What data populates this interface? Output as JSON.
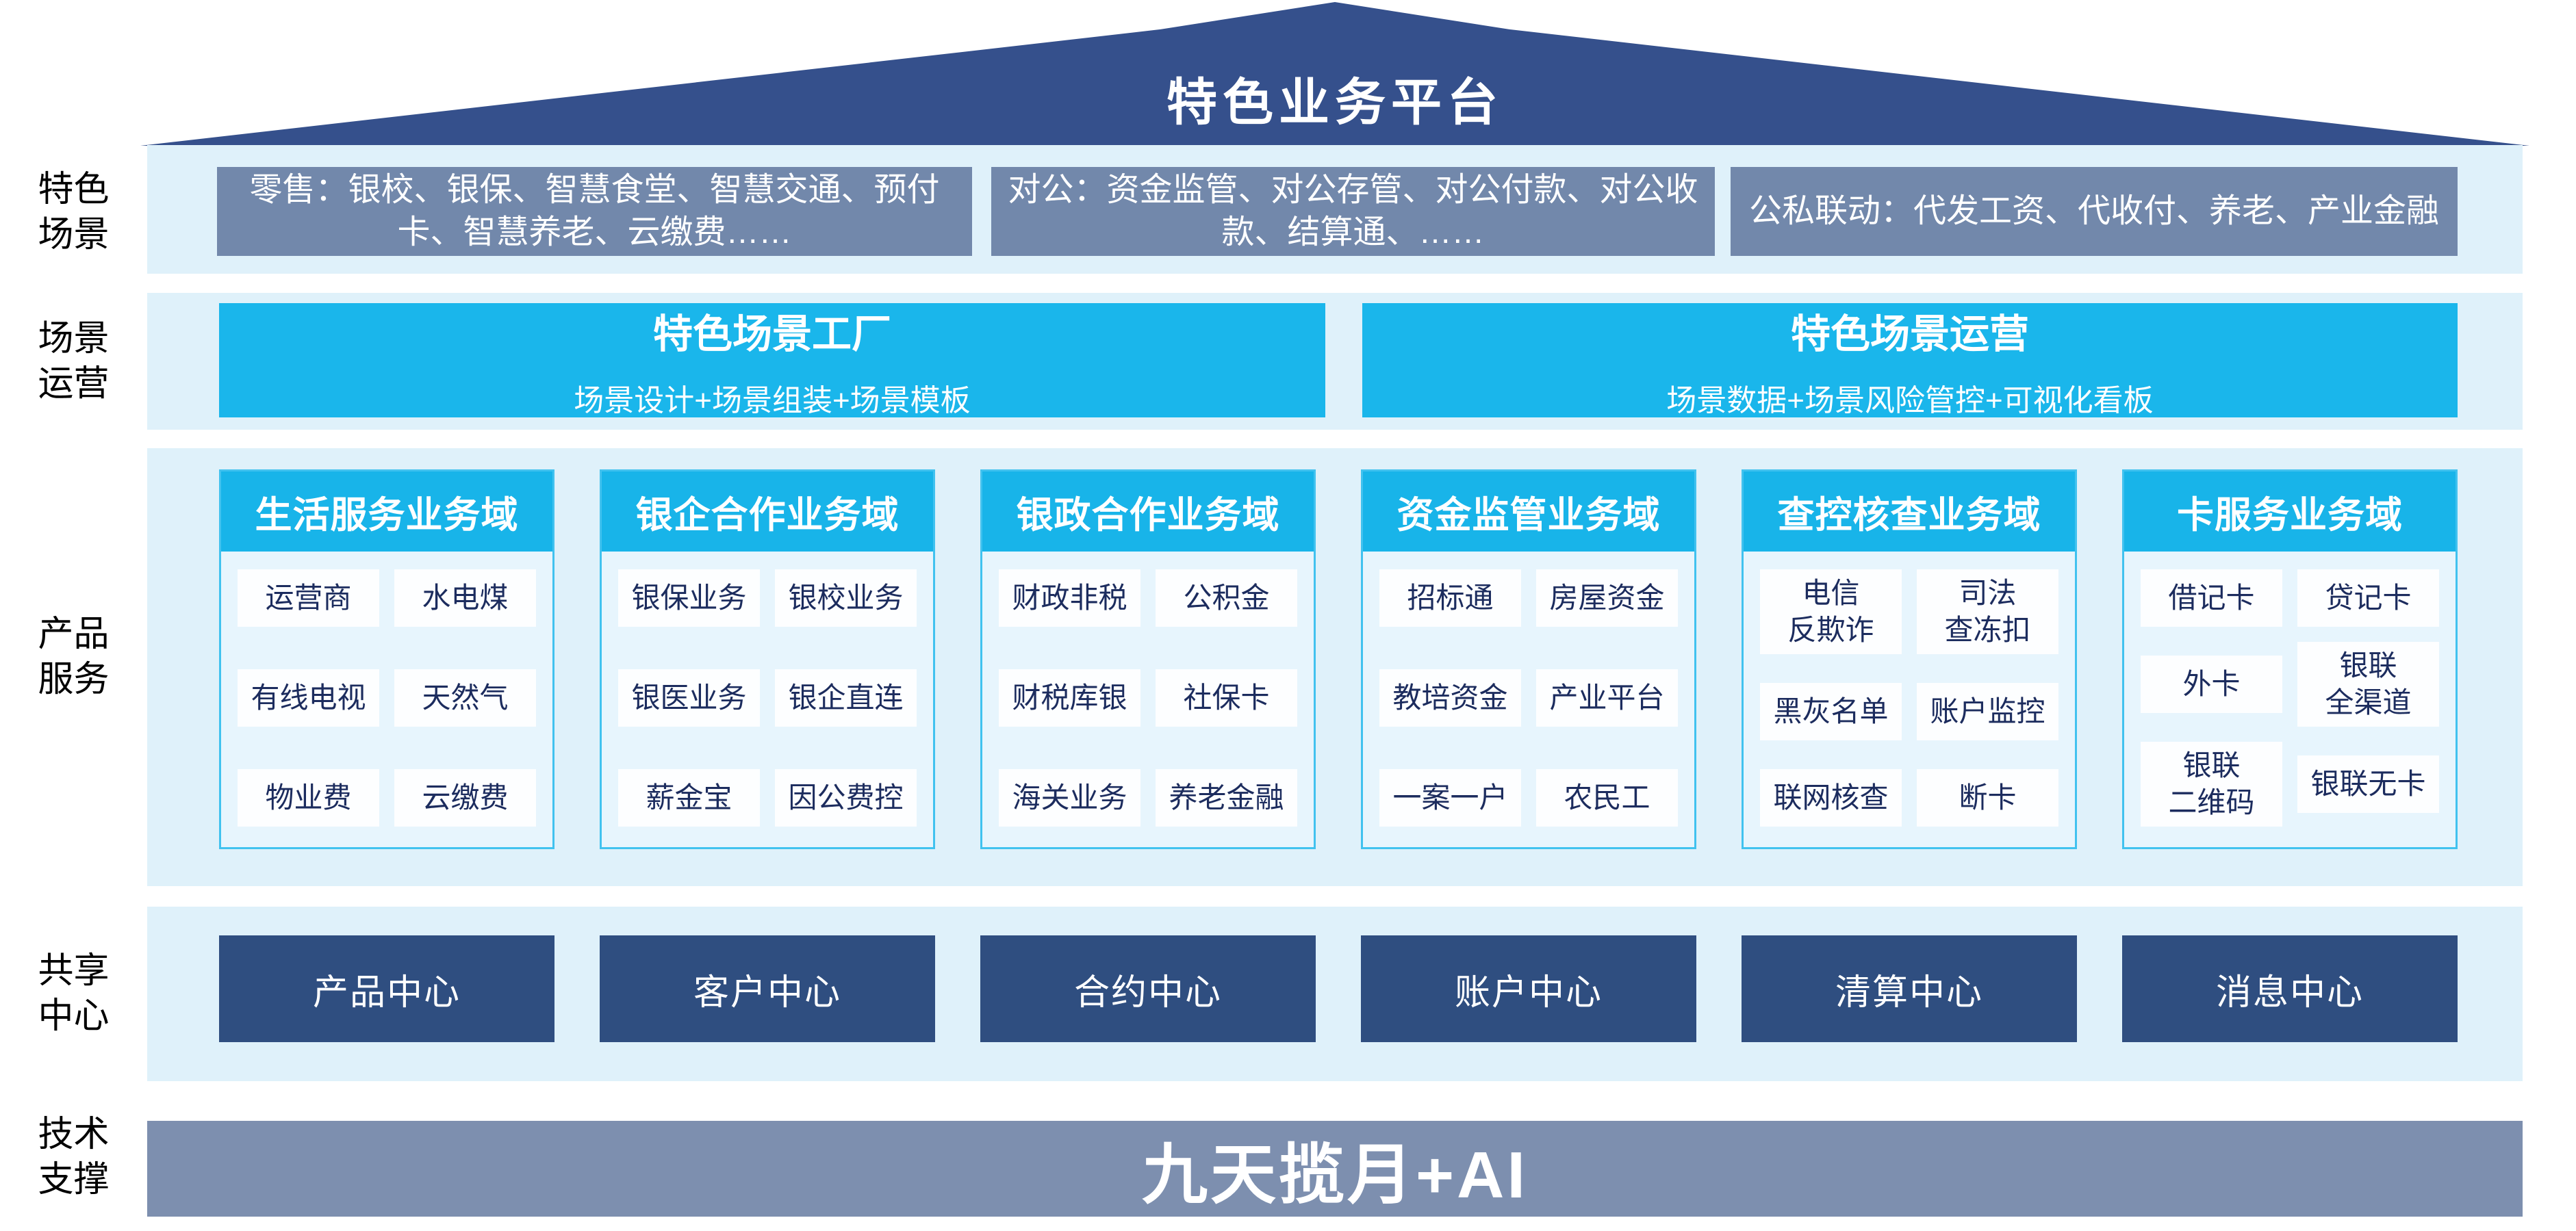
{
  "roof": {
    "title": "特色业务平台"
  },
  "colors": {
    "roof_navy": "#35508C",
    "band_light_blue": "#DFF1FA",
    "scenario_gray_blue": "#7288AB",
    "accent_cyan": "#18B4E9",
    "card_border_cyan": "#41C2EF",
    "card_body_blue": "#E7F5FD",
    "cell_text_navy": "#1C2C5E",
    "shared_navy": "#2F4E80",
    "tech_bar_gray": "#7D8FAF"
  },
  "side_labels": [
    {
      "text": "特色\n场景"
    },
    {
      "text": "场景\n运营"
    },
    {
      "text": "产品\n服务"
    },
    {
      "text": "共享\n中心"
    },
    {
      "text": "技术\n支撑"
    }
  ],
  "scenario_row": {
    "boxes": [
      "零售：银校、银保、智慧食堂、智慧交通、预付卡、智慧养老、云缴费……",
      "对公：资金监管、对公存管、对公付款、对公收款、结算通、……",
      "公私联动：代发工资、代收付、养老、产业金融"
    ]
  },
  "operation_row": {
    "boxes": [
      {
        "title": "特色场景工厂",
        "subtitle": "场景设计+场景组装+场景模板"
      },
      {
        "title": "特色场景运营",
        "subtitle": "场景数据+场景风险管控+可视化看板"
      }
    ]
  },
  "product_row": {
    "cards": [
      {
        "header": "生活服务业务域",
        "items": [
          "运营商",
          "水电煤",
          "有线电视",
          "天然气",
          "物业费",
          "云缴费"
        ]
      },
      {
        "header": "银企合作业务域",
        "items": [
          "银保业务",
          "银校业务",
          "银医业务",
          "银企直连",
          "薪金宝",
          "因公费控"
        ]
      },
      {
        "header": "银政合作业务域",
        "items": [
          "财政非税",
          "公积金",
          "财税库银",
          "社保卡",
          "海关业务",
          "养老金融"
        ]
      },
      {
        "header": "资金监管业务域",
        "items": [
          "招标通",
          "房屋资金",
          "教培资金",
          "产业平台",
          "一案一户",
          "农民工"
        ]
      },
      {
        "header": "查控核查业务域",
        "items": [
          "电信\n反欺诈",
          "司法\n查冻扣",
          "黑灰名单",
          "账户监控",
          "联网核查",
          "断卡"
        ]
      },
      {
        "header": "卡服务业务域",
        "items": [
          "借记卡",
          "贷记卡",
          "外卡",
          "银联\n全渠道",
          "银联\n二维码",
          "银联无卡"
        ]
      }
    ]
  },
  "shared_row": {
    "boxes": [
      "产品中心",
      "客户中心",
      "合约中心",
      "账户中心",
      "清算中心",
      "消息中心"
    ]
  },
  "tech_row": {
    "label": "九天揽月+AI"
  }
}
